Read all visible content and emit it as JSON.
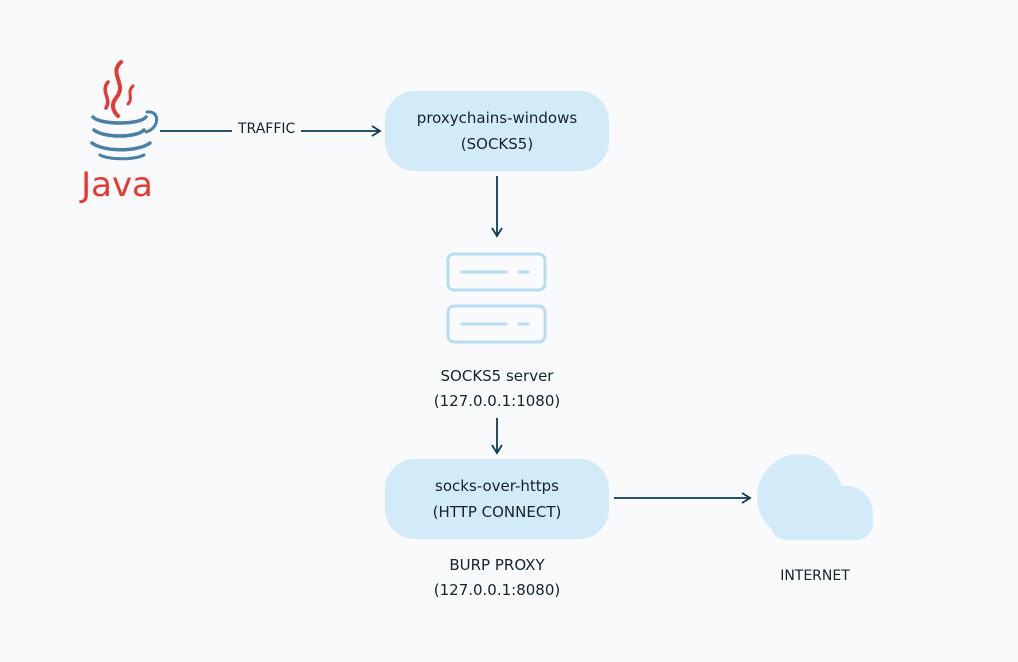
{
  "nodes": {
    "java": {
      "logo_text": "Java"
    },
    "proxychains": {
      "line1": "proxychains-windows",
      "line2": "(SOCKS5)"
    },
    "socks5_server": {
      "line1": "SOCKS5 server",
      "line2": "(127.0.0.1:1080)"
    },
    "socks_over_https": {
      "line1": "socks-over-https",
      "line2": "(HTTP CONNECT)"
    },
    "burp": {
      "line1": "BURP PROXY",
      "line2": "(127.0.0.1:8080)"
    },
    "internet": {
      "label": "INTERNET"
    }
  },
  "edges": {
    "java_to_proxychains": {
      "label": "TRAFFIC"
    }
  },
  "colors": {
    "node_fill": "#d3eaf8",
    "arrow": "#0e3a55",
    "server_stroke": "#b9dcf1",
    "cloud_fill": "#d3eaf8",
    "java_red": "#e53935",
    "java_blue": "#4a7fa7"
  },
  "icons": {
    "java": "java-logo",
    "server": "server-icon",
    "cloud": "cloud-icon"
  }
}
